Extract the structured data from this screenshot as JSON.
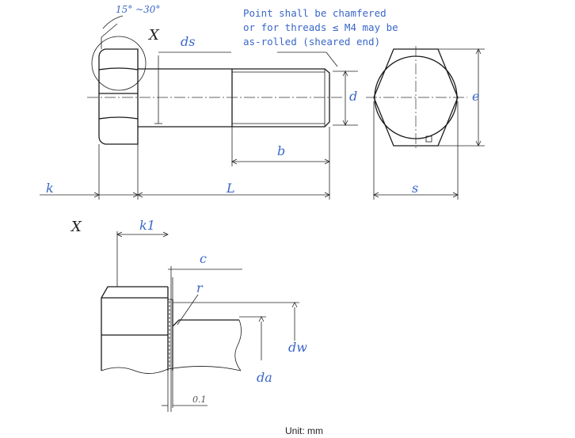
{
  "angle_label": "15° ~30°",
  "note_lines": [
    "Point shall be chamfered",
    "or for threads ≤ M4 may be",
    "as-rolled (sheared end)"
  ],
  "detail_mark": "X",
  "dims": {
    "ds": "ds",
    "d": "d",
    "b": "b",
    "k": "k",
    "L": "L",
    "e": "e",
    "s": "s",
    "k1": "k1",
    "c": "c",
    "r": "r",
    "dw": "dw",
    "da": "da",
    "tol": "0.1"
  },
  "unit_label": "Unit: mm"
}
